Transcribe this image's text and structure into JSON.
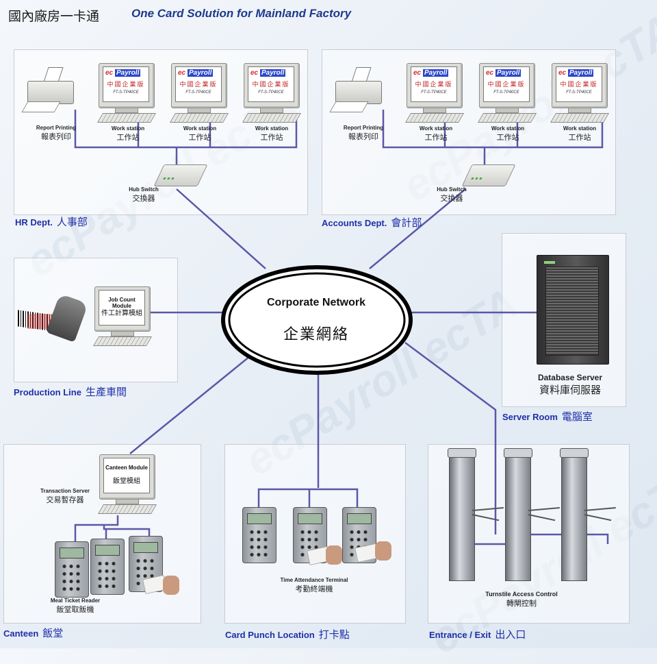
{
  "header": {
    "title_zh": "國內廠房一卡通",
    "title_en": "One Card Solution for Mainland Factory"
  },
  "colors": {
    "link": "#5b57a8",
    "label": "#1f2fa8"
  },
  "watermark": {
    "text": "ecPayroll  ecTA"
  },
  "center": {
    "en": "Corporate Network",
    "zh": "企業網絡"
  },
  "hr": {
    "label_en": "HR Dept.",
    "label_zh": "人事部",
    "printer": {
      "en": "Report Printing",
      "zh": "報表列印"
    },
    "workstation": {
      "en": "Work station",
      "zh": "工作站"
    },
    "screen": {
      "ec": "ec",
      "payroll": "Payroll",
      "zh": "中國企業版",
      "model": "FT-S-TP40CE"
    },
    "hub": {
      "en": "Hub Switch",
      "zh": "交換器"
    }
  },
  "accounts": {
    "label_en": "Accounts Dept.",
    "label_zh": "會計部",
    "printer": {
      "en": "Report Printing",
      "zh": "報表列印"
    },
    "workstation": {
      "en": "Work station",
      "zh": "工作站"
    },
    "hub": {
      "en": "Hub Switch",
      "zh": "交換器"
    }
  },
  "production": {
    "label_en": "Production Line",
    "label_zh": "生產車間",
    "module_en": "Job Count Module",
    "module_zh": "件工計算模組"
  },
  "server_room": {
    "label_en": "Server Room",
    "label_zh": "電腦室",
    "server_en": "Database Server",
    "server_zh": "資料庫伺服器"
  },
  "canteen": {
    "label_en": "Canteen",
    "label_zh": "飯堂",
    "module_en": "Canteen Module",
    "module_zh": "飯堂模組",
    "server_en": "Transaction Server",
    "server_zh": "交易暫存器",
    "reader_en": "Meal Ticket Reader",
    "reader_zh": "飯堂取飯機"
  },
  "punch": {
    "label_en": "Card Punch Location",
    "label_zh": "打卡點",
    "terminal_en": "Time Attendance Terminal",
    "terminal_zh": "考勤終端機"
  },
  "entrance": {
    "label_en": "Entrance / Exit",
    "label_zh": "出入口",
    "device_en": "Turnstile Access Control",
    "device_zh": "轉閘控制"
  }
}
